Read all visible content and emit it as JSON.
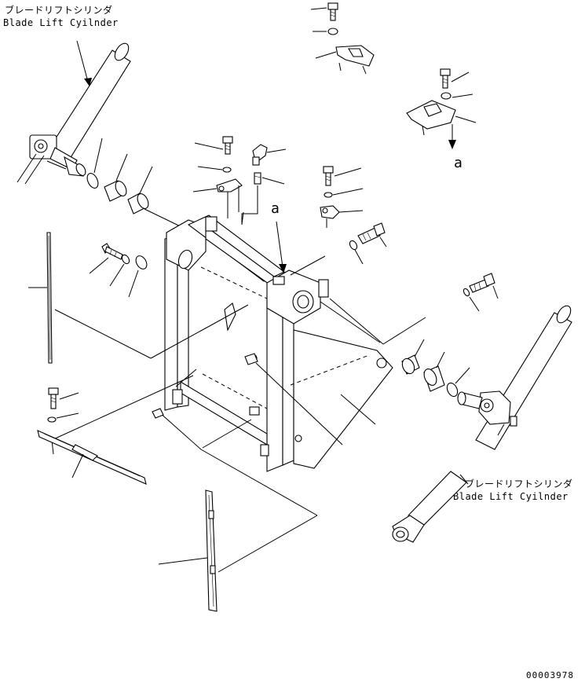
{
  "labels": {
    "left_cylinder_ja": "ブレードリフトシリンダ",
    "left_cylinder_en": "Blade Lift Cyilnder",
    "right_cylinder_ja": "ブレードリフトシリンダ",
    "right_cylinder_en": "Blade Lift Cyilnder",
    "ref_a_top": "a",
    "ref_a_mid": "a",
    "drawing_number": "00003978"
  }
}
